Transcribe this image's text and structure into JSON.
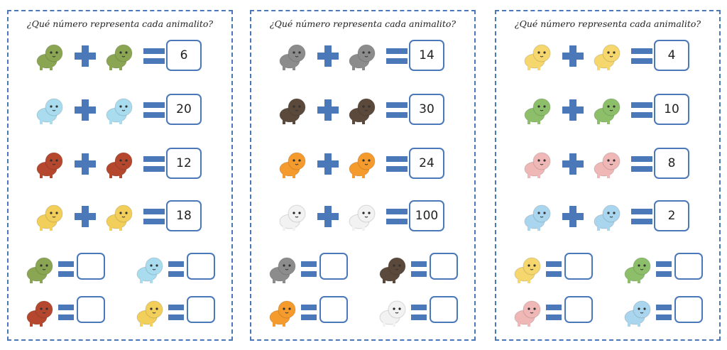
{
  "colors": {
    "accent": "#4a78b8"
  },
  "animal_colors": {
    "turtle": "#8aa653",
    "hippo": "#a9dcef",
    "octopus": "#b4472e",
    "lion": "#f2cf5a",
    "raccoon": "#8c8c8c",
    "beaver": "#5b4a3c",
    "clownfish": "#f59a2c",
    "panda": "#f2f2f2",
    "cat": "#f5d76e",
    "frog": "#8dbf6a",
    "rabbit": "#f0b7b7",
    "elephant": "#a9d6ee"
  },
  "panels": [
    {
      "title": "¿Qué número representa cada animalito?",
      "equations": [
        {
          "animal": "turtle",
          "result": "6"
        },
        {
          "animal": "hippo",
          "result": "20"
        },
        {
          "animal": "octopus",
          "result": "12"
        },
        {
          "animal": "lion",
          "result": "18"
        }
      ],
      "unknowns": [
        "turtle",
        "hippo",
        "octopus",
        "lion"
      ]
    },
    {
      "title": "¿Qué número representa cada animalito?",
      "equations": [
        {
          "animal": "raccoon",
          "result": "14"
        },
        {
          "animal": "beaver",
          "result": "30"
        },
        {
          "animal": "clownfish",
          "result": "24"
        },
        {
          "animal": "panda",
          "result": "100"
        }
      ],
      "unknowns": [
        "raccoon",
        "beaver",
        "clownfish",
        "panda"
      ]
    },
    {
      "title": "¿Qué número representa cada animalito?",
      "equations": [
        {
          "animal": "cat",
          "result": "4"
        },
        {
          "animal": "frog",
          "result": "10"
        },
        {
          "animal": "rabbit",
          "result": "8"
        },
        {
          "animal": "elephant",
          "result": "2"
        }
      ],
      "unknowns": [
        "cat",
        "frog",
        "rabbit",
        "elephant"
      ]
    }
  ]
}
